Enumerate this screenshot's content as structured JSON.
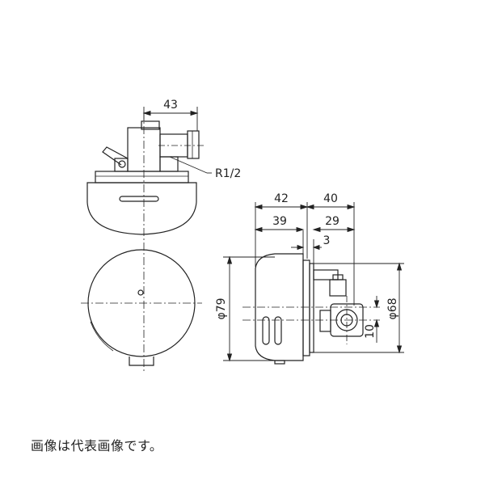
{
  "dimensions": {
    "d43": "43",
    "thread": "R1/2",
    "d42": "42",
    "d40": "40",
    "d39": "39",
    "d29": "29",
    "d3": "3",
    "phi79": "φ79",
    "phi68": "φ68",
    "d10": "10"
  },
  "caption": "画像は代表画像です。"
}
